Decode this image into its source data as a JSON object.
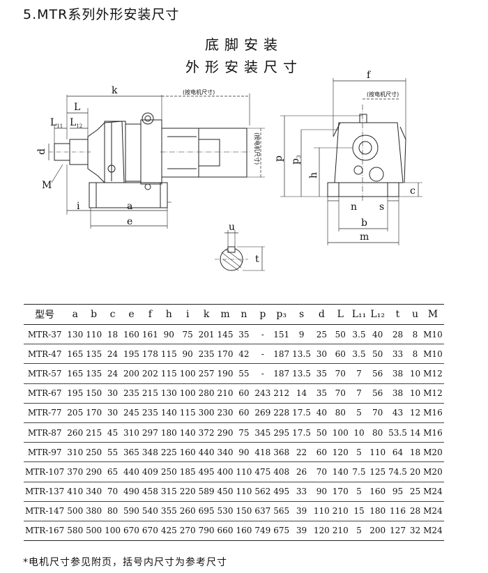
{
  "section_title": "5.MTR系列外形安装尺寸",
  "heading_line1": "底脚安装",
  "heading_line2": "外形安装尺寸",
  "drawing_labels": {
    "k": "k",
    "L": "L",
    "L11": "L",
    "L11_sub": "11",
    "L12": "L",
    "L12_sub": "12",
    "d": "d",
    "M": "M",
    "i": "i",
    "a": "a",
    "e": "e",
    "motor_note_top": "(按电机尺寸)",
    "motor_note_side": "(按电机尺寸)",
    "p": "p",
    "p3": "p",
    "p3_sub": "3",
    "h": "h",
    "f": "f",
    "motor_note_right": "(按电机尺寸)",
    "n": "n",
    "s": "s",
    "c": "c",
    "b": "b",
    "m": "m",
    "u": "u",
    "t": "t"
  },
  "table": {
    "headers": [
      "型号",
      "a",
      "b",
      "c",
      "e",
      "f",
      "h",
      "i",
      "k",
      "m",
      "n",
      "p",
      "p₃",
      "s",
      "d",
      "L",
      "L₁₁",
      "L₁₂",
      "t",
      "u",
      "M"
    ],
    "rows": [
      [
        "MTR-37",
        "130",
        "110",
        "18",
        "160",
        "161",
        "90",
        "75",
        "201",
        "145",
        "35",
        "-",
        "151",
        "9",
        "25",
        "50",
        "3.5",
        "40",
        "28",
        "8",
        "M10"
      ],
      [
        "MTR-47",
        "165",
        "135",
        "24",
        "195",
        "178",
        "115",
        "90",
        "235",
        "170",
        "42",
        "-",
        "187",
        "13.5",
        "30",
        "60",
        "3.5",
        "50",
        "33",
        "8",
        "M10"
      ],
      [
        "MTR-57",
        "165",
        "135",
        "24",
        "200",
        "202",
        "115",
        "100",
        "257",
        "190",
        "55",
        "-",
        "187",
        "13.5",
        "35",
        "70",
        "7",
        "56",
        "38",
        "10",
        "M12"
      ],
      [
        "MTR-67",
        "195",
        "150",
        "30",
        "235",
        "215",
        "130",
        "100",
        "280",
        "210",
        "60",
        "243",
        "212",
        "14",
        "35",
        "70",
        "7",
        "56",
        "38",
        "10",
        "M12"
      ],
      [
        "MTR-77",
        "205",
        "170",
        "30",
        "245",
        "235",
        "140",
        "115",
        "300",
        "230",
        "60",
        "269",
        "228",
        "17.5",
        "40",
        "80",
        "5",
        "70",
        "43",
        "12",
        "M16"
      ],
      [
        "MTR-87",
        "260",
        "215",
        "45",
        "310",
        "297",
        "180",
        "140",
        "372",
        "290",
        "75",
        "345",
        "295",
        "17.5",
        "50",
        "100",
        "10",
        "80",
        "53.5",
        "14",
        "M16"
      ],
      [
        "MTR-97",
        "310",
        "250",
        "55",
        "365",
        "348",
        "225",
        "160",
        "440",
        "340",
        "90",
        "418",
        "368",
        "22",
        "60",
        "120",
        "5",
        "110",
        "64",
        "18",
        "M20"
      ],
      [
        "MTR-107",
        "370",
        "290",
        "65",
        "440",
        "409",
        "250",
        "185",
        "495",
        "400",
        "110",
        "475",
        "408",
        "26",
        "70",
        "140",
        "7.5",
        "125",
        "74.5",
        "20",
        "M20"
      ],
      [
        "MTR-137",
        "410",
        "340",
        "70",
        "490",
        "458",
        "315",
        "220",
        "589",
        "450",
        "110",
        "562",
        "495",
        "33",
        "90",
        "170",
        "5",
        "160",
        "95",
        "25",
        "M24"
      ],
      [
        "MTR-147",
        "500",
        "380",
        "80",
        "590",
        "540",
        "355",
        "260",
        "695",
        "530",
        "150",
        "637",
        "565",
        "39",
        "110",
        "210",
        "15",
        "180",
        "116",
        "28",
        "M24"
      ],
      [
        "MTR-167",
        "580",
        "500",
        "100",
        "670",
        "670",
        "425",
        "270",
        "790",
        "660",
        "160",
        "749",
        "675",
        "39",
        "120",
        "210",
        "5",
        "200",
        "127",
        "32",
        "M24"
      ]
    ]
  },
  "footnote": "*电机尺寸参见附页，括号内尺寸为参考尺寸"
}
